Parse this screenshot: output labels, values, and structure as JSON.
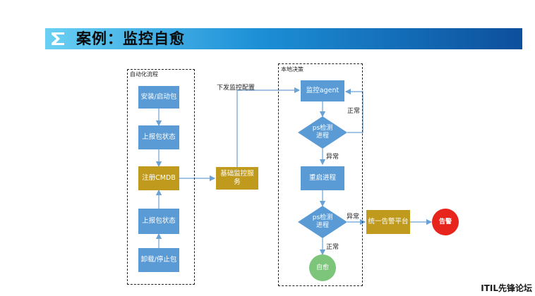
{
  "slide": {
    "title": "案例：监控自愈",
    "logo_icon": "sigma-z-logo-icon"
  },
  "left_section": {
    "label": "自动化流程",
    "steps": [
      "安装/启动包",
      "上报包状态",
      "注册CMDB",
      "上报包状态",
      "卸载/停止包"
    ]
  },
  "middle": {
    "service": "基础监控服务",
    "push_label": "下发监控配置"
  },
  "right_section": {
    "label": "本地决策",
    "agent": "监控agent",
    "check1": "ps检测进程",
    "normal1": "正常",
    "abnormal1": "异常",
    "restart": "重启进程",
    "check2": "ps检测进程",
    "abnormal2": "异常",
    "normal2": "正常",
    "healed": "自愈"
  },
  "alert": {
    "platform": "统一告警平台",
    "alarm": "告警"
  },
  "footer": {
    "watermark": "ITIL先锋论坛"
  },
  "colors": {
    "process_blue": "#5b9bd5",
    "service_gold": "#c09a1c",
    "alarm_red": "#e8251c",
    "healed_green": "#7cc57a",
    "connector": "#6aa2d6"
  }
}
